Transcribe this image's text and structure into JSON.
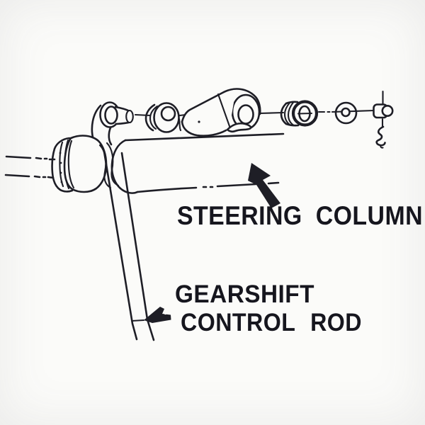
{
  "labels": {
    "steering_column": "STEERING COLUMN",
    "gearshift_line1": "GEARSHIFT",
    "gearshift_line2": "CONTROL ROD"
  },
  "colors": {
    "ink": "#1e1e26",
    "text": "#16161e",
    "background": "#fbfbf9"
  }
}
